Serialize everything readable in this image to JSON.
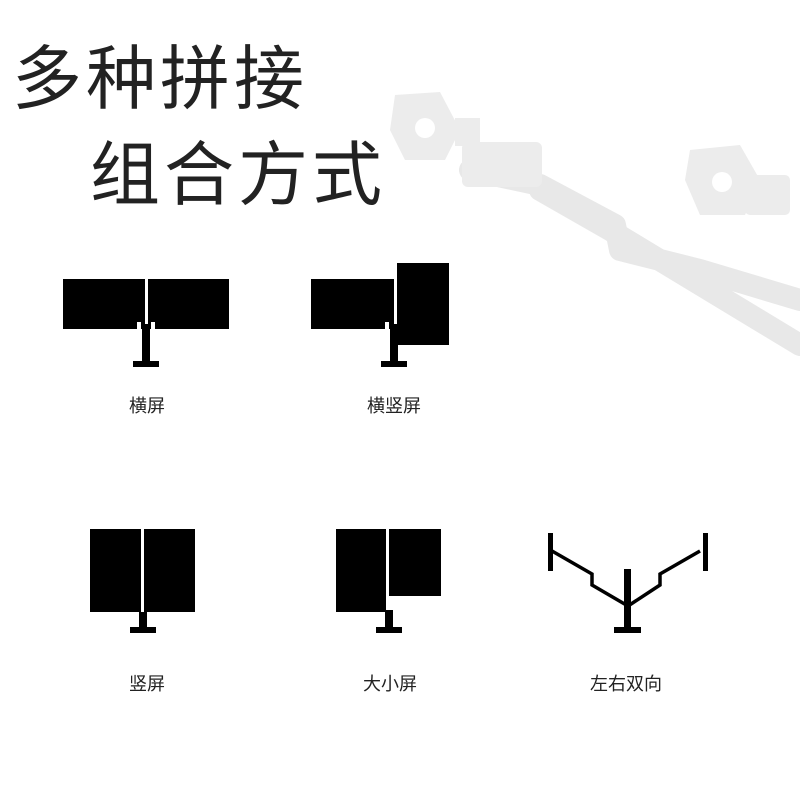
{
  "title": {
    "line1": "多种拼接",
    "line2": "组合方式"
  },
  "layouts": [
    {
      "label": "横屏",
      "icon": "dual-landscape-monitor-icon"
    },
    {
      "label": "横竖屏",
      "icon": "landscape-portrait-monitor-icon"
    },
    {
      "label": "竖屏",
      "icon": "dual-portrait-monitor-icon"
    },
    {
      "label": "大小屏",
      "icon": "large-small-monitor-icon"
    },
    {
      "label": "左右双向",
      "icon": "bidirectional-arm-icon"
    }
  ],
  "colors": {
    "title": "#222222",
    "icon": "#000000",
    "background_arm": "#e6e6e6"
  }
}
